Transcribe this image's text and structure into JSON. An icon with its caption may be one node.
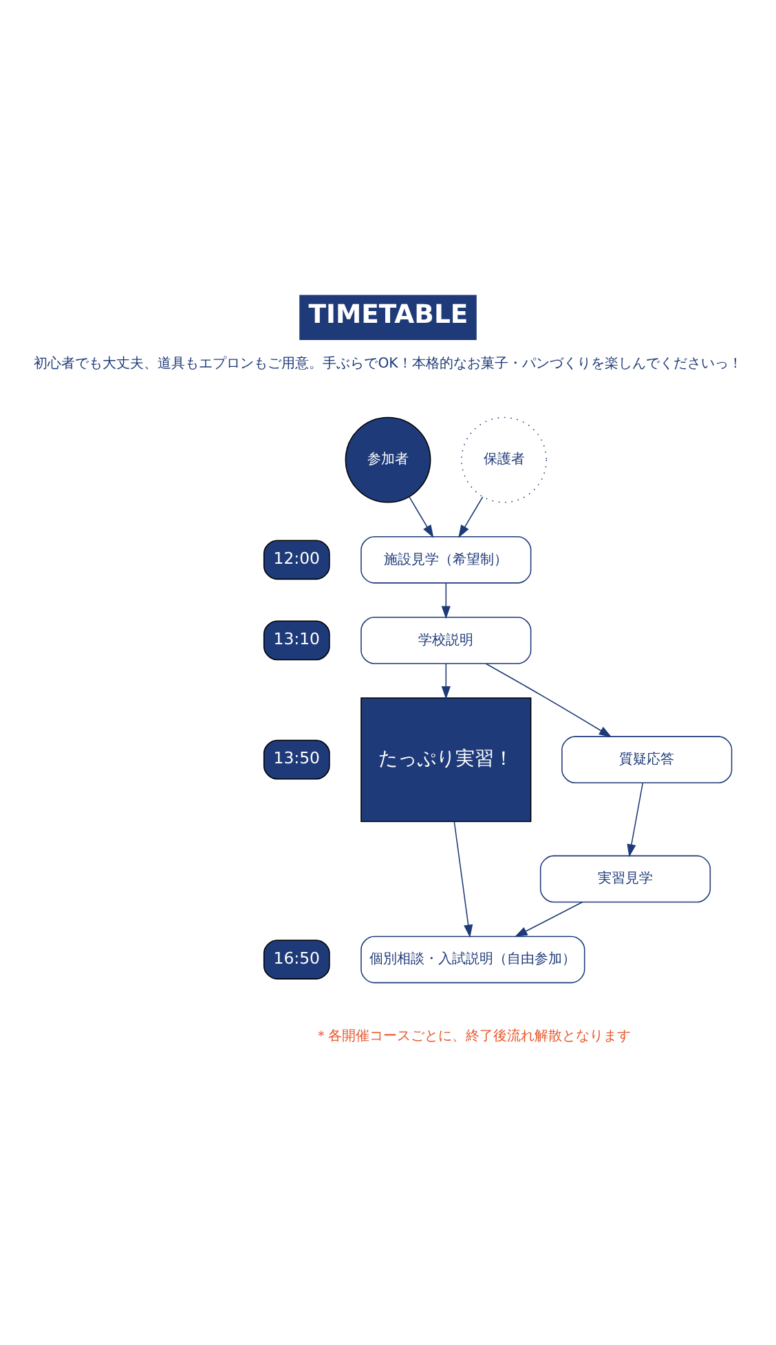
{
  "diagram": {
    "title": "TIMETABLE",
    "nodes": [
      {
        "text": [
          "参加者"
        ]
      },
      {
        "text": [
          "保護者"
        ]
      },
      {
        "text": [
          "施設見学（希望制）"
        ]
      },
      {
        "text": [
          "学校説明"
        ]
      },
      {
        "text": [
          "たっぷり実習！"
        ]
      },
      {
        "text": [
          "質疑応答"
        ]
      },
      {
        "text": [
          "実習見学"
        ]
      },
      {
        "text": [
          "個別相談・入試説明（自由参加）"
        ]
      }
    ],
    "edges": [
      {
        "from": 0,
        "to": 2,
        "arrow": "to"
      },
      {
        "from": 1,
        "to": 2,
        "arrow": "to"
      },
      {
        "from": 2,
        "to": 3,
        "arrow": "to"
      },
      {
        "from": 3,
        "to": 4,
        "arrow": "to"
      },
      {
        "from": 3,
        "to": 5,
        "arrow": "to"
      },
      {
        "from": 5,
        "to": 6,
        "arrow": "to"
      },
      {
        "from": 4,
        "to": 7,
        "arrow": "to"
      },
      {
        "from": 6,
        "to": 7,
        "arrow": "to"
      }
    ],
    "labels": [
      "初心者でも大丈夫、道具もエプロンもご用意。手ぶらでOK！本格的なお菓子・パンづくりを楽しんでくださいっ！",
      "12:00",
      "13:10",
      "13:50",
      "16:50",
      "＊各開催コースごとに、終了後流れ解散となります"
    ]
  }
}
